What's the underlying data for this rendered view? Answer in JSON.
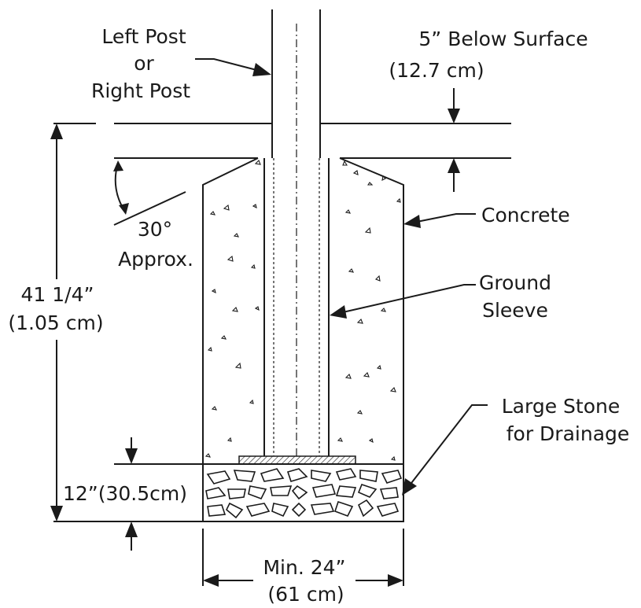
{
  "labels": {
    "post_line1": "Left Post",
    "post_line2": "or",
    "post_line3": "Right Post",
    "depth_line1": "5” Below Surface",
    "depth_line2": "(12.7 cm)",
    "concrete": "Concrete",
    "angle_line1": "30°",
    "angle_line2": "Approx.",
    "sleeve_line1": "Ground",
    "sleeve_line2": "Sleeve",
    "height_line1": "41 1/4”",
    "height_line2": "(1.05 cm)",
    "stone_line1": "Large Stone",
    "stone_line2": "for Drainage",
    "stone_depth": "12”(30.5cm)",
    "width_line1": "Min. 24”",
    "width_line2": "(61 cm)"
  },
  "colors": {
    "line": "#1a1a1a",
    "background": "#ffffff"
  }
}
